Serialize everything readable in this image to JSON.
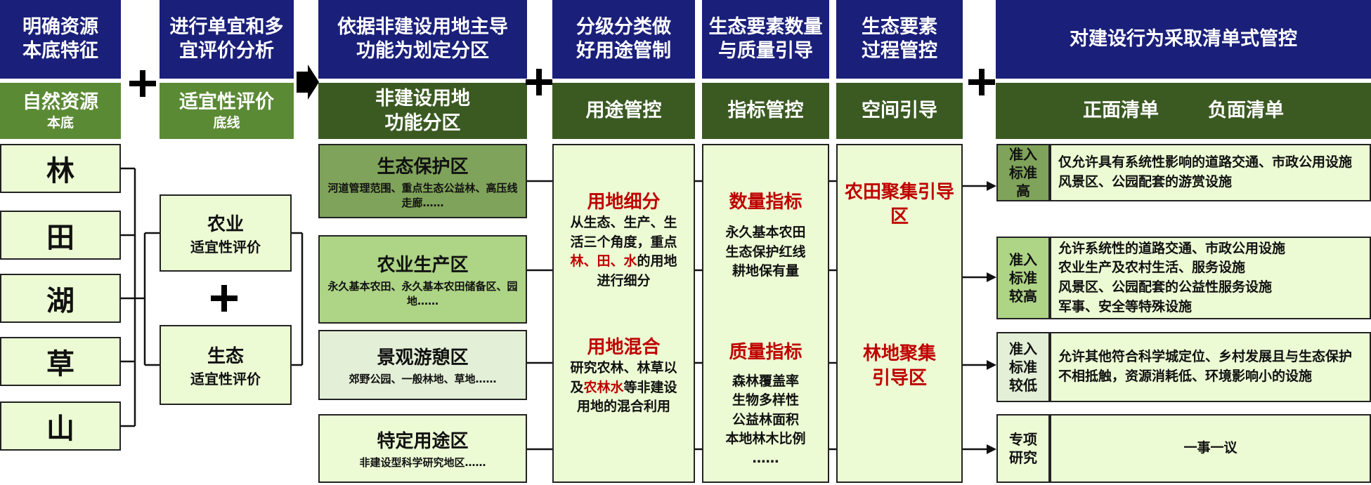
{
  "headers": {
    "h1": "明确资源\n本底特征",
    "h2": "进行单宜和多\n宜评价分析",
    "h3": "依据非建设用地主导\n功能为划定分区",
    "h4": "分级分类做\n好用途管制",
    "h5": "生态要素数量\n与质量引导",
    "h6": "生态要素\n过程管控",
    "h7": "对建设行为采取清单式管控"
  },
  "subheaders": {
    "s1_big": "自然资源",
    "s1_small": "本底",
    "s2_big": "适宜性评价",
    "s2_small": "底线",
    "s3_big": "非建设用地\n功能分区",
    "s4": "用途管控",
    "s5": "指标管控",
    "s6": "空间引导",
    "s7_a": "正面清单",
    "s7_b": "负面清单"
  },
  "resources": [
    "林",
    "田",
    "湖",
    "草",
    "山"
  ],
  "evaluation": {
    "agri_title": "农业",
    "agri_sub": "适宜性评价",
    "eco_title": "生态",
    "eco_sub": "适宜性评价"
  },
  "zones": [
    {
      "name": "生态保护区",
      "desc": "河道管理范围、重点生态公益林、高压线走廊……"
    },
    {
      "name": "农业生产区",
      "desc": "永久基本农田、永久基本农田储备区、园地……"
    },
    {
      "name": "景观游憩区",
      "desc": "郊野公园、一般林地、草地……"
    },
    {
      "name": "特定用途区",
      "desc": "非建设型科学研究地区……"
    }
  ],
  "use_control": {
    "t1": "用地细分",
    "p1a": "从生态、生产、生活三个角度，重点",
    "p1_red": "林、田、水",
    "p1b": "的用地进行细分",
    "t2": "用地混合",
    "p2a": "研究农林、林草以及",
    "p2_red": "农林水",
    "p2b": "等非建设用地的混合利用"
  },
  "indicators": {
    "t1": "数量指标",
    "l1": [
      "永久基本农田",
      "生态保护红线",
      "耕地保有量"
    ],
    "t2": "质量指标",
    "l2": [
      "森林覆盖率",
      "生物多样性",
      "公益林面积",
      "本地林木比例",
      "……"
    ]
  },
  "spatial": {
    "z1": "农田聚集引导区",
    "z2": "林地聚集引导区"
  },
  "lists": [
    {
      "tag": "准入\n标准\n高",
      "lines": [
        "仅允许具有系统性影响的道路交通、市政公用设施",
        "风景区、公园配套的游赏设施"
      ]
    },
    {
      "tag": "准入\n标准\n较高",
      "lines": [
        "允许系统性的道路交通、市政公用设施",
        "农业生产及农村生活、服务设施",
        "风景区、公园配套的公益性服务设施",
        "军事、安全等特殊设施"
      ]
    },
    {
      "tag": "准入\n标准\n较低",
      "lines": [
        "允许其他符合科学城定位、乡村发展且与生态保护不相抵触，资源消耗低、环境影响小的设施"
      ]
    },
    {
      "tag": "专项\n研究",
      "lines": [
        "一事一议"
      ]
    }
  ],
  "colors": {
    "header_bg": "#1a1f7a",
    "sub_bg_light": "#5b8a35",
    "sub_bg_dark": "#3b5a22",
    "cell_bg": "#ecfbd4",
    "zone1_bg": "#7fa35a",
    "zone2_bg": "#aed486",
    "zone3_bg": "#e3efd6",
    "accent_red": "#c00000"
  }
}
